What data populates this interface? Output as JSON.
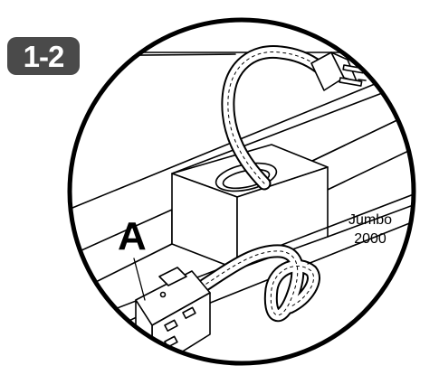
{
  "figure": {
    "step_badge": "1-2",
    "callout_letter": "A",
    "product_label_line1": "Jumbo",
    "product_label_line2": "2000",
    "colors": {
      "ink": "#000000",
      "badge_fill": "#4a4a4a",
      "badge_text": "#ffffff",
      "background": "#ffffff"
    },
    "icons": [
      "power-plug-icon",
      "power-strip-icon",
      "coiled-cord-icon"
    ]
  }
}
